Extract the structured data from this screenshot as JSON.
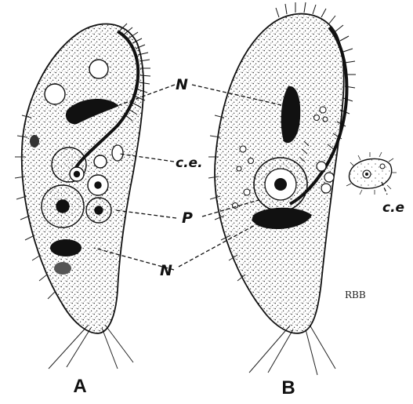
{
  "labels": {
    "nucleus_upper": "N",
    "contractile_left": "c.e.",
    "contractile_right": "c.e",
    "p": "P",
    "nucleus_lower": "N"
  },
  "captions": {
    "a": "A",
    "b": "B"
  },
  "signature": "RBB"
}
